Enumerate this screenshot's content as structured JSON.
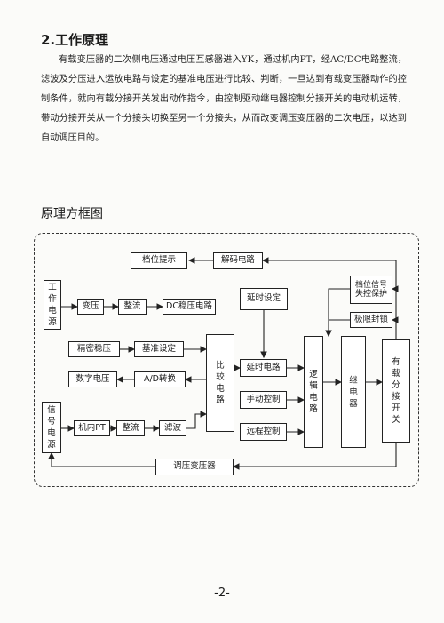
{
  "section": {
    "title": "2.工作原理",
    "paragraph": "有载变压器的二次侧电压通过电压互感器进入YK，通过机内PT，经AC/DC电路整流，滤波及分压进入运放电路与设定的基准电压进行比较、判断，一旦达到有载变压器动作的控制条件，就向有载分接开关发出动作指令，由控制驱动继电器控制分接开关的电动机运转，带动分接开关从一个分接头切换至另一个分接头，从而改变调压变压器的二次电压，以达到自动调压目的。"
  },
  "diagram": {
    "title": "原理方框图",
    "blocks": {
      "dangwei_tishi": "档位提示",
      "jiema": "解码电路",
      "gongzuo_dianyuan": "工作电源",
      "biangya": "变压",
      "zhengliu1": "整流",
      "dc_wenya": "DC稳压电路",
      "yanshi": "延时设定",
      "dangwei_xinhao": "档位信号失控保护",
      "jixian": "极限封锁",
      "jingmi": "精密稳压",
      "jizhun": "基准设定",
      "bijiao": "比较电路",
      "yanshi_dianlu": "延时电路",
      "luoji": "逻辑电路",
      "jidianqi": "继电器",
      "youzai": "有载分接开关",
      "shuzi": "数字电压",
      "ad": "A/D转换",
      "shoudong": "手动控制",
      "xinhao_dianyuan": "信号电源",
      "jinei_pt": "机内PT",
      "zhengliu2": "整流",
      "lvbo": "滤波",
      "yuancheng": "远程控制",
      "tiaoya": "调压变压器"
    }
  },
  "page_number": "-2-"
}
